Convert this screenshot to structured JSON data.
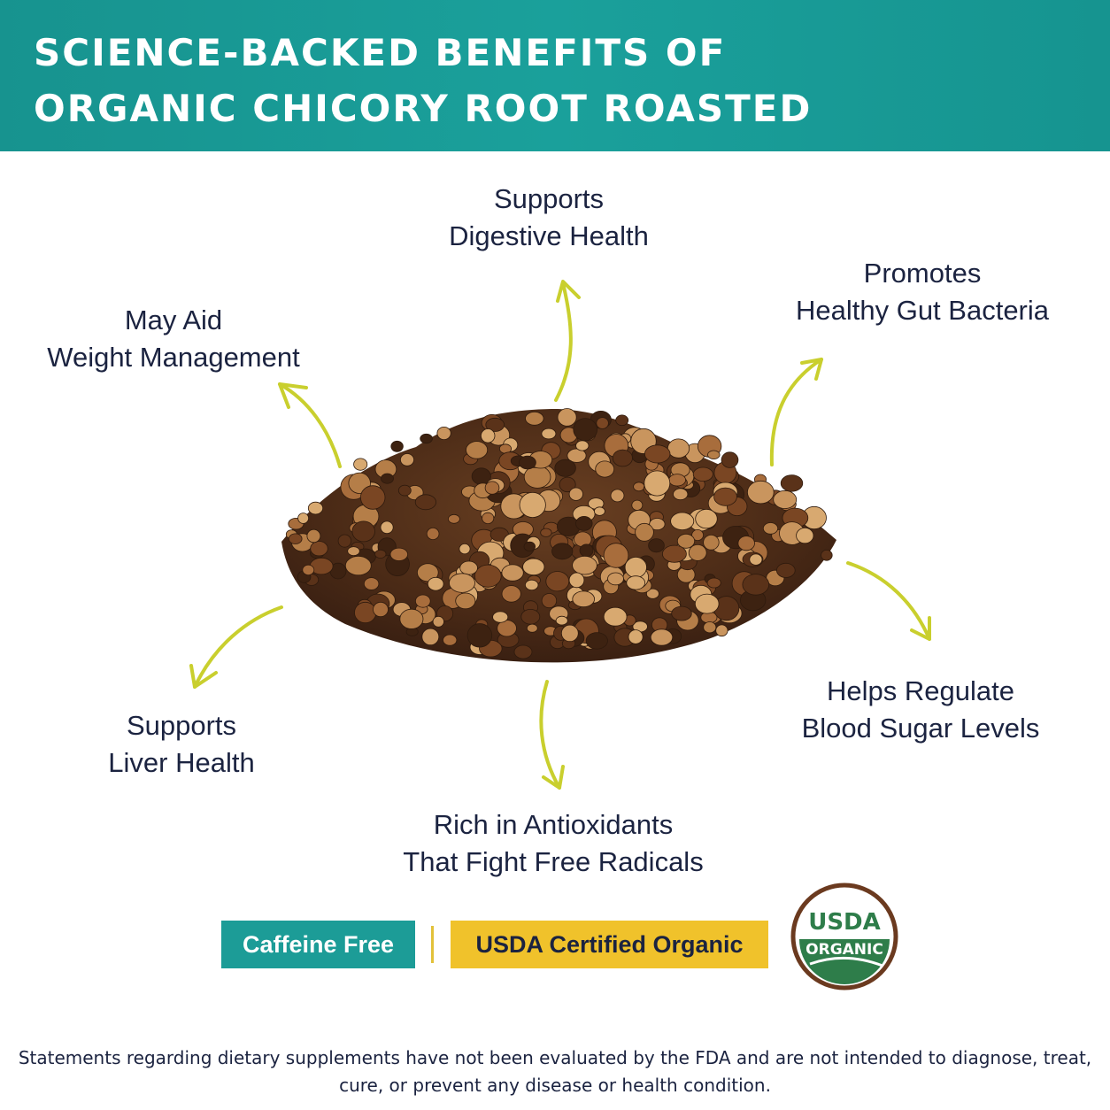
{
  "header": {
    "title_line1": "SCIENCE-BACKED BENEFITS OF",
    "title_line2": "ORGANIC CHICORY ROOT ROASTED"
  },
  "benefits": {
    "digestive": {
      "line1": "Supports",
      "line2": "Digestive Health"
    },
    "gut": {
      "line1": "Promotes",
      "line2": "Healthy Gut Bacteria"
    },
    "weight": {
      "line1": "May Aid",
      "line2": "Weight Management"
    },
    "liver": {
      "line1": "Supports",
      "line2": "Liver Health"
    },
    "sugar": {
      "line1": "Helps Regulate",
      "line2": "Blood Sugar Levels"
    },
    "antioxidants": {
      "line1": "Rich in Antioxidants",
      "line2": "That Fight Free Radicals"
    }
  },
  "badges": {
    "caffeine": "Caffeine Free",
    "organic": "USDA Certified Organic"
  },
  "seal": {
    "top": "USDA",
    "bottom": "ORGANIC"
  },
  "disclaimer": {
    "line1": "Statements regarding dietary supplements have not been evaluated by the FDA and are not intended to diagnose, treat,",
    "line2": "cure, or prevent any disease or health condition."
  },
  "colors": {
    "header_teal": "#1aa09b",
    "arrow_lime": "#c9cf2e",
    "badge_yellow": "#f0c22b",
    "seal_green": "#2e7d4a",
    "seal_brown": "#6b3a1f"
  },
  "icons": {
    "arrows": "curved-arrow-icon",
    "product": "roasted-chicory-pile-image",
    "seal": "usda-organic-seal-icon"
  }
}
